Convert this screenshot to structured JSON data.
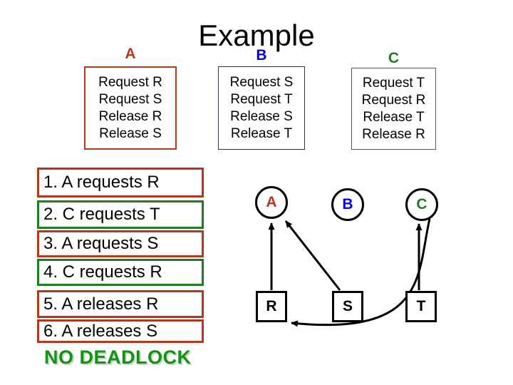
{
  "title": "Example",
  "colors": {
    "brick_red": "#b2391b",
    "green": "#1e7d1e",
    "blue": "#0000dd",
    "navy_border": "#2d2d7f",
    "no_deadlock_green": "#169016",
    "no_deadlock_shadow": "#bedfbe"
  },
  "processes": [
    {
      "label": "A",
      "steps": [
        "Request R",
        "Request S",
        "Release R",
        "Release S"
      ]
    },
    {
      "label": "B",
      "steps": [
        "Request S",
        "Request T",
        "Release S",
        "Release T"
      ]
    },
    {
      "label": "C",
      "steps": [
        "Request T",
        "Request R",
        "Release T",
        "Release R"
      ]
    }
  ],
  "timeline": [
    {
      "label": "1. A requests R",
      "actor": "A"
    },
    {
      "label": "2. C requests T",
      "actor": "C"
    },
    {
      "label": "3. A requests S",
      "actor": "A"
    },
    {
      "label": "4. C requests R",
      "actor": "C"
    },
    {
      "label": "5. A releases R",
      "actor": "A"
    },
    {
      "label": "6. A releases S",
      "actor": "A"
    }
  ],
  "conclusion": "NO DEADLOCK",
  "graph": {
    "process_nodes": [
      {
        "label": "A"
      },
      {
        "label": "B"
      },
      {
        "label": "C"
      }
    ],
    "resource_nodes": [
      {
        "label": "R"
      },
      {
        "label": "S"
      },
      {
        "label": "T"
      }
    ],
    "edges": [
      {
        "from": "R",
        "to": "A",
        "type": "assignment"
      },
      {
        "from": "S",
        "to": "A",
        "type": "assignment"
      },
      {
        "from": "T",
        "to": "C",
        "type": "assignment"
      },
      {
        "from": "C",
        "to": "R",
        "type": "request"
      }
    ]
  }
}
